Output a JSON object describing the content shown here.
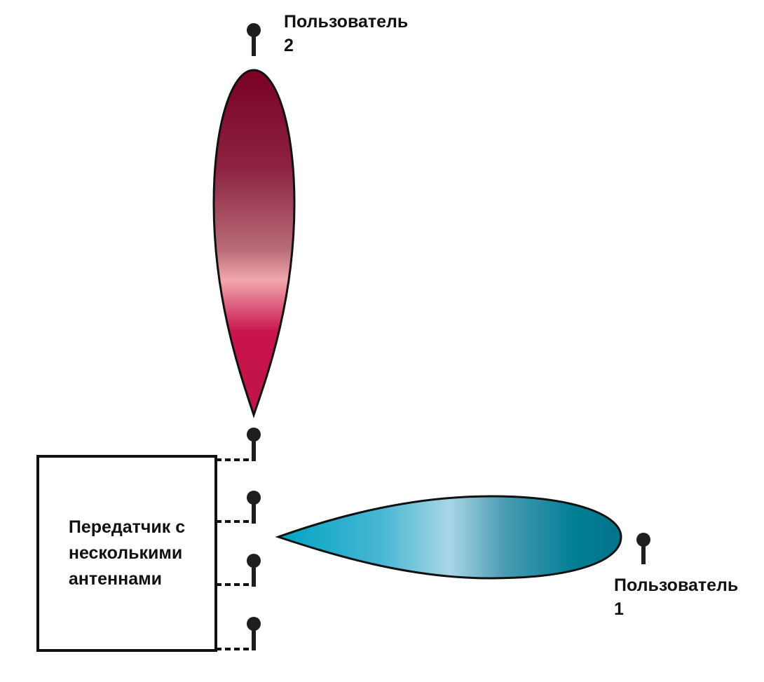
{
  "labels": {
    "user2": {
      "line1": "Пользователь",
      "line2": "2"
    },
    "user1": {
      "line1": "Пользователь",
      "line2": "1"
    },
    "transmitter": {
      "line1": "Передатчик с",
      "line2": "несколькими",
      "line3": "антеннами"
    }
  },
  "colors": {
    "outline": "#111111",
    "antenna": "#1e1e1e",
    "beam_user2": [
      "#7a0024",
      "#8c2340",
      "#b86b78",
      "#f2a7ad",
      "#c9144c",
      "#bd1548"
    ],
    "beam_user1": [
      "#00a3c4",
      "#47b7d3",
      "#a9d6e6",
      "#4a9cb3",
      "#027f96",
      "#037288"
    ]
  },
  "icons": [
    "antenna-icon"
  ]
}
